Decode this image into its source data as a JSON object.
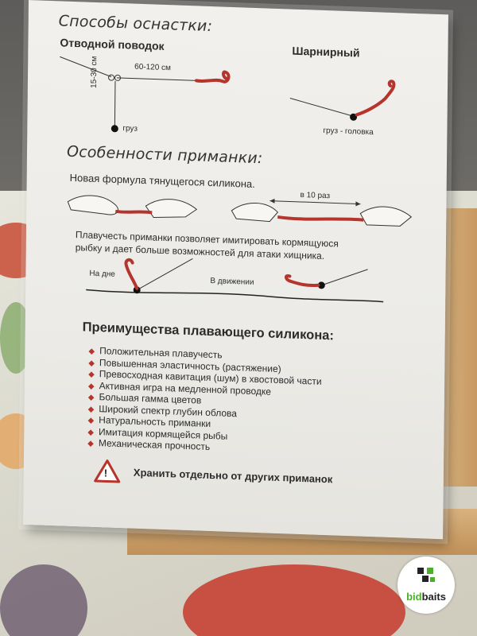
{
  "sign": {
    "section_rigging_title": "Способы оснастки:",
    "rig_leader_title": "Отводной поводок",
    "rig_leader_length_label": "60-120 см",
    "rig_leader_drop_label": "15-30 см",
    "rig_leader_weight_label": "груз",
    "rig_hinged_title": "Шарнирный",
    "rig_hinged_label": "груз - головка",
    "section_features_title": "Особенности приманки:",
    "stretch_text": "Новая формула тянущегося силикона.",
    "stretch_ratio_label": "в 10 раз",
    "buoyancy_line1": "Плавучесть приманки позволяет имитировать кормящуюся",
    "buoyancy_line2": "рыбку и дает больше возможностей для атаки хищника.",
    "bottom_label": "На дне",
    "motion_label": "В движении",
    "advantages_title": "Преимущества плавающего силикона:",
    "advantages": [
      "Положительная плавучесть",
      "Повышенная эластичность (растяжение)",
      "Превосходная кавитация (шум) в хвостовой части",
      "Активная игра на медленной  проводке",
      "Большая гамма цветов",
      "Широкий спектр глубин облова",
      "Натуральность приманки",
      "Имитация кормящейся рыбы",
      "Механическая прочность"
    ],
    "warning_text": "Хранить отдельно от других приманок",
    "warning_symbol": "!"
  },
  "watermark": {
    "brand_part1": "bid",
    "brand_part2": "baits"
  },
  "colors": {
    "lure_red": "#b5342b",
    "text_dark": "#2c2c2c",
    "brand_green": "#4caf2a"
  }
}
